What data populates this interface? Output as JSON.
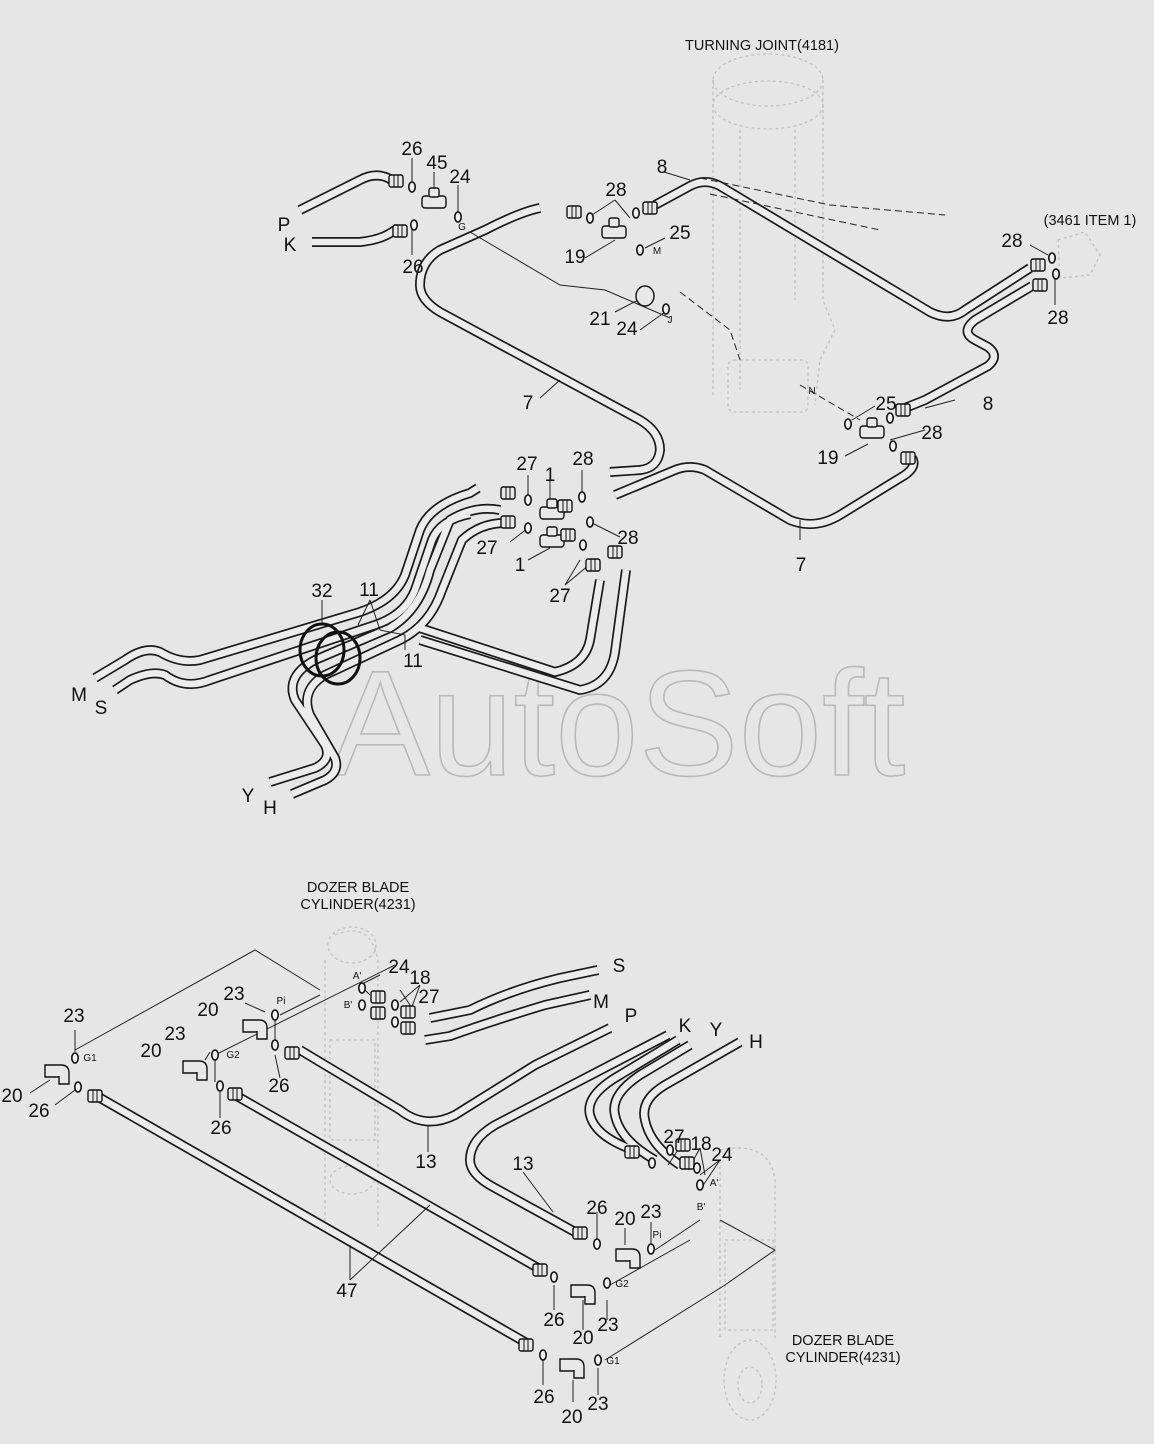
{
  "diagram": {
    "watermark": "AutoSoft",
    "titles": {
      "turning_joint": "TURNING JOINT(4181)",
      "item_ref": "(3461 ITEM 1)",
      "dozer_left_line1": "DOZER BLADE",
      "dozer_left_line2": "CYLINDER(4231)",
      "dozer_right_line1": "DOZER BLADE",
      "dozer_right_line2": "CYLINDER(4231)"
    },
    "callouts": [
      {
        "id": "c26a",
        "text": "26"
      },
      {
        "id": "c45",
        "text": "45"
      },
      {
        "id": "c24a",
        "text": "24"
      },
      {
        "id": "cP",
        "text": "P"
      },
      {
        "id": "cK",
        "text": "K"
      },
      {
        "id": "c26b",
        "text": "26"
      },
      {
        "id": "c8a",
        "text": "8"
      },
      {
        "id": "c28a",
        "text": "28"
      },
      {
        "id": "c25a",
        "text": "25"
      },
      {
        "id": "c19a",
        "text": "19"
      },
      {
        "id": "c21",
        "text": "21"
      },
      {
        "id": "c24b",
        "text": "24"
      },
      {
        "id": "c7a",
        "text": "7"
      },
      {
        "id": "c28b",
        "text": "28"
      },
      {
        "id": "c28c",
        "text": "28"
      },
      {
        "id": "c25b",
        "text": "25"
      },
      {
        "id": "c8b",
        "text": "8"
      },
      {
        "id": "c28d",
        "text": "28"
      },
      {
        "id": "c19b",
        "text": "19"
      },
      {
        "id": "c27a",
        "text": "27"
      },
      {
        "id": "c1a",
        "text": "1"
      },
      {
        "id": "c28e",
        "text": "28"
      },
      {
        "id": "c27b",
        "text": "27"
      },
      {
        "id": "c28f",
        "text": "28"
      },
      {
        "id": "c1b",
        "text": "1"
      },
      {
        "id": "c27c",
        "text": "27"
      },
      {
        "id": "c7b",
        "text": "7"
      },
      {
        "id": "c32",
        "text": "32"
      },
      {
        "id": "c11a",
        "text": "11"
      },
      {
        "id": "c11b",
        "text": "11"
      },
      {
        "id": "cM",
        "text": "M"
      },
      {
        "id": "cS",
        "text": "S"
      },
      {
        "id": "cY",
        "text": "Y"
      },
      {
        "id": "cH",
        "text": "H"
      },
      {
        "id": "d24a",
        "text": "24"
      },
      {
        "id": "d18a",
        "text": "18"
      },
      {
        "id": "d27a",
        "text": "27"
      },
      {
        "id": "dS",
        "text": "S"
      },
      {
        "id": "dM",
        "text": "M"
      },
      {
        "id": "dP",
        "text": "P"
      },
      {
        "id": "dK",
        "text": "K"
      },
      {
        "id": "dY",
        "text": "Y"
      },
      {
        "id": "dH",
        "text": "H"
      },
      {
        "id": "d23a",
        "text": "23"
      },
      {
        "id": "d20a",
        "text": "20"
      },
      {
        "id": "d23b",
        "text": "23"
      },
      {
        "id": "d20b",
        "text": "20"
      },
      {
        "id": "d26a",
        "text": "26"
      },
      {
        "id": "d23c",
        "text": "23"
      },
      {
        "id": "d20c",
        "text": "20"
      },
      {
        "id": "d26b",
        "text": "26"
      },
      {
        "id": "d26c",
        "text": "26"
      },
      {
        "id": "d13a",
        "text": "13"
      },
      {
        "id": "d13b",
        "text": "13"
      },
      {
        "id": "d27b",
        "text": "27"
      },
      {
        "id": "d18b",
        "text": "18"
      },
      {
        "id": "d24b",
        "text": "24"
      },
      {
        "id": "d26d",
        "text": "26"
      },
      {
        "id": "d20d",
        "text": "20"
      },
      {
        "id": "d23d",
        "text": "23"
      },
      {
        "id": "d47",
        "text": "47"
      },
      {
        "id": "d26e",
        "text": "26"
      },
      {
        "id": "d20e",
        "text": "20"
      },
      {
        "id": "d23e",
        "text": "23"
      },
      {
        "id": "d26f",
        "text": "26"
      },
      {
        "id": "d20f",
        "text": "20"
      },
      {
        "id": "d23f",
        "text": "23"
      }
    ],
    "port_labels": [
      {
        "id": "pG",
        "text": "G"
      },
      {
        "id": "pM",
        "text": "M"
      },
      {
        "id": "pJ",
        "text": "J"
      },
      {
        "id": "pN",
        "text": "N"
      },
      {
        "id": "pA1",
        "text": "A'"
      },
      {
        "id": "pB1",
        "text": "B'"
      },
      {
        "id": "pPi1",
        "text": "Pi"
      },
      {
        "id": "pG2a",
        "text": "G2"
      },
      {
        "id": "pG1a",
        "text": "G1"
      },
      {
        "id": "pA2",
        "text": "A'"
      },
      {
        "id": "pB2",
        "text": "B'"
      },
      {
        "id": "pPi2",
        "text": "Pi"
      },
      {
        "id": "pG2b",
        "text": "G2"
      },
      {
        "id": "pG1b",
        "text": "G1"
      }
    ]
  }
}
